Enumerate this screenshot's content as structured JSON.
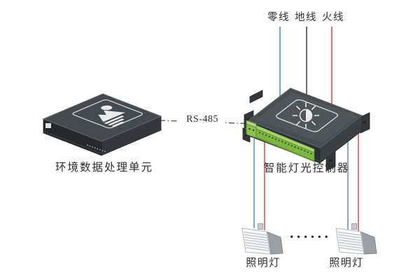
{
  "diagram": {
    "background": "#ffffff",
    "power_lines": {
      "items": [
        {
          "id": "neutral",
          "label": "零线",
          "color": "#5e97c3"
        },
        {
          "id": "ground",
          "label": "地线",
          "color": "#4e5254"
        },
        {
          "id": "live",
          "label": "火线",
          "color": "#ef5350"
        }
      ]
    },
    "bus": {
      "label": "RS-485",
      "style": "dash-dot",
      "color": "#4e5254"
    },
    "processor": {
      "label": "环境数据处理单元",
      "icon": "image-icon"
    },
    "controller": {
      "label": "智能灯光控制器",
      "icon": "brightness-icon",
      "terminal_color": "#7fb544"
    },
    "lamps": {
      "left_label": "照明灯",
      "right_label": "照明灯",
      "ellipsis": "••••••",
      "wire_colors": [
        "#5e97c3",
        "#ef5350"
      ]
    }
  }
}
